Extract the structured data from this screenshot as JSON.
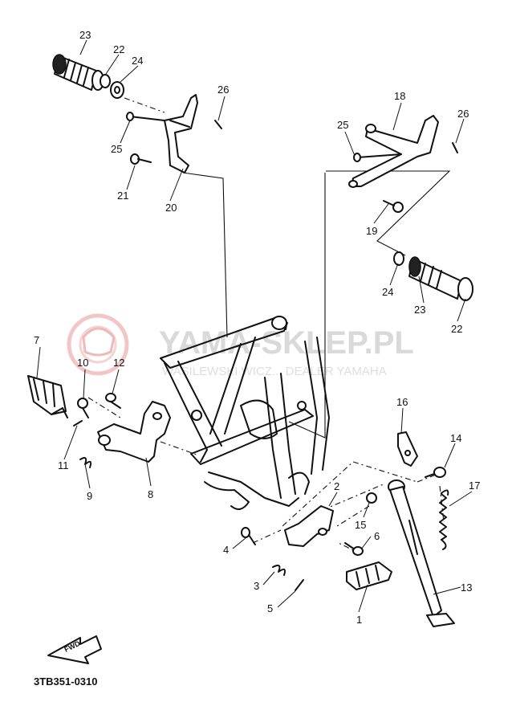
{
  "watermark": {
    "title": "YAMA-SKLEP.PL",
    "subtitle": "WASILEWSKI WICZ... DEALER YAMAHA"
  },
  "diagram_code": "3TB351-0310",
  "fwd_label": "FWD",
  "callouts": {
    "p1": "1",
    "p2": "2",
    "p3": "3",
    "p4": "4",
    "p5": "5",
    "p6": "6",
    "p7": "7",
    "p8": "8",
    "p9": "9",
    "p10": "10",
    "p11": "11",
    "p12": "12",
    "p13": "13",
    "p14": "14",
    "p15": "15",
    "p16": "16",
    "p17": "17",
    "p18": "18",
    "p19": "19",
    "p20": "20",
    "p21": "21",
    "p22a": "22",
    "p22b": "22",
    "p23a": "23",
    "p23b": "23",
    "p24a": "24",
    "p24b": "24",
    "p25a": "25",
    "p25b": "25",
    "p26a": "26",
    "p26b": "26"
  }
}
